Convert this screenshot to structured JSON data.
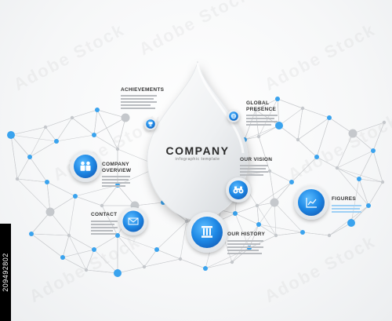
{
  "center": {
    "title": "COMPANY",
    "subtitle": "infographic template"
  },
  "topics": [
    {
      "label": "ACHIEVEMENTS",
      "icon": "trophy-icon"
    },
    {
      "label": "GLOBAL PRESENCE",
      "label_lines": [
        "GLOBAL",
        "PRESENCE"
      ],
      "icon": "globe-icon"
    },
    {
      "label": "COMPANY OVERVIEW",
      "label_lines": [
        "COMPANY",
        "OVERVIEW"
      ],
      "icon": "people-icon"
    },
    {
      "label": "OUR VISION",
      "icon": "binoculars-icon"
    },
    {
      "label": "FIGURES",
      "icon": "chart-icon"
    },
    {
      "label": "CONTACT",
      "icon": "envelope-icon"
    },
    {
      "label": "OUR HISTORY",
      "icon": "column-icon"
    }
  ],
  "watermark": "Adobe Stock",
  "stock_id": "209492802",
  "colors": {
    "accent": "#1e88e5",
    "accent_light": "#4fb3f6",
    "network_node_blue": "#3aa3ee",
    "network_node_grey": "#c5c8cc",
    "network_line": "#c9cbce"
  }
}
